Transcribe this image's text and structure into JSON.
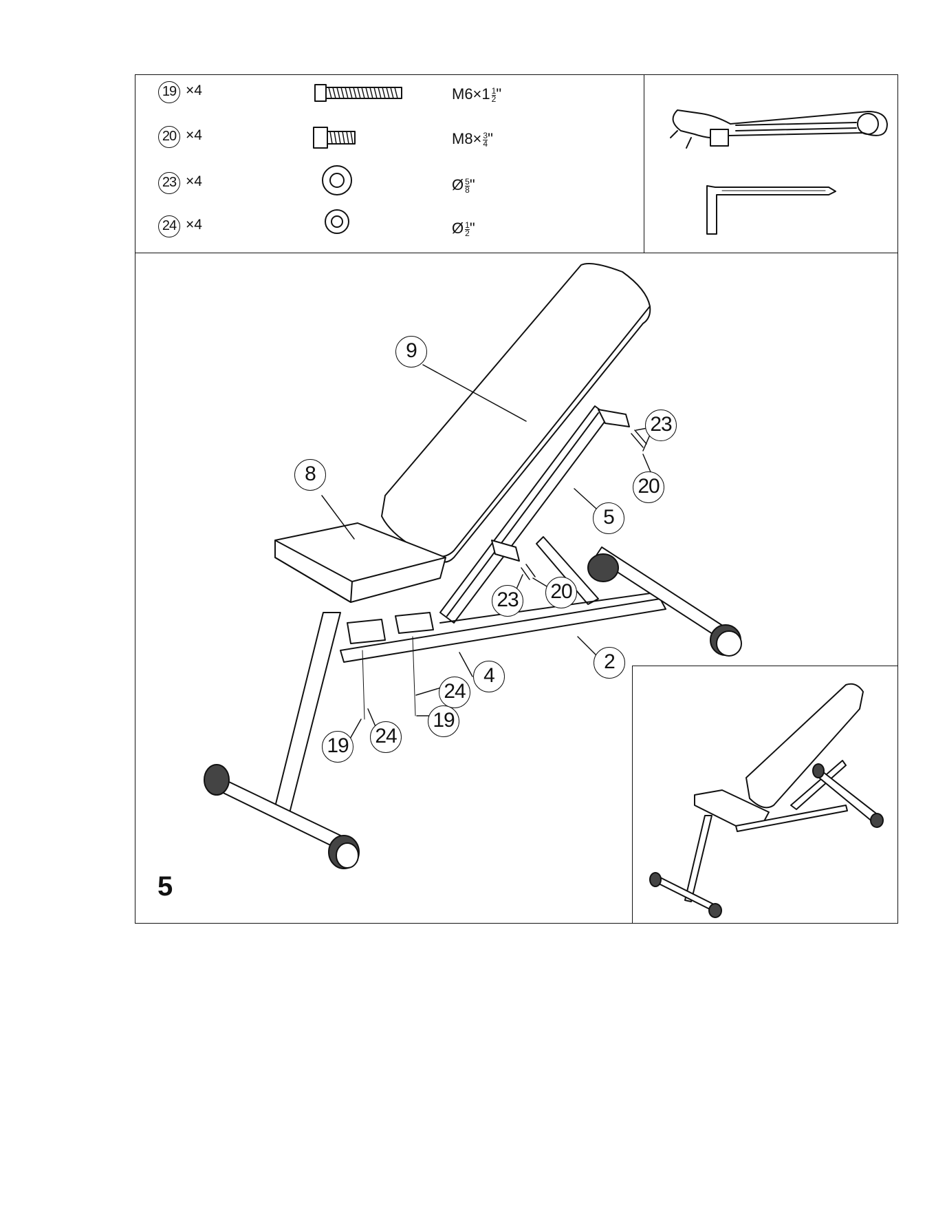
{
  "parts": [
    {
      "id": "19",
      "qty": "×4",
      "spec_main": "M6×1",
      "spec_num": "1",
      "spec_den": "2",
      "spec_unit": "\"",
      "icon": "long-bolt-icon"
    },
    {
      "id": "20",
      "qty": "×4",
      "spec_main": "M8×",
      "spec_num": "3",
      "spec_den": "4",
      "spec_unit": "\"",
      "icon": "short-bolt-icon"
    },
    {
      "id": "23",
      "qty": "×4",
      "spec_main": "Ø",
      "spec_num": "5",
      "spec_den": "8",
      "spec_unit": "\"",
      "icon": "large-washer-icon"
    },
    {
      "id": "24",
      "qty": "×4",
      "spec_main": "Ø",
      "spec_num": "1",
      "spec_den": "2",
      "spec_unit": "\"",
      "icon": "small-washer-icon"
    }
  ],
  "tools": [
    "adjustable-wrench-icon",
    "allen-key-icon"
  ],
  "step_number": "5",
  "callouts": {
    "c9": "9",
    "c8": "8",
    "c5": "5",
    "c4": "4",
    "c2": "2",
    "c23a": "23",
    "c20a": "20",
    "c23b": "23",
    "c20b": "20",
    "c24a": "24",
    "c19a": "19",
    "c24b": "24",
    "c19b": "19"
  }
}
